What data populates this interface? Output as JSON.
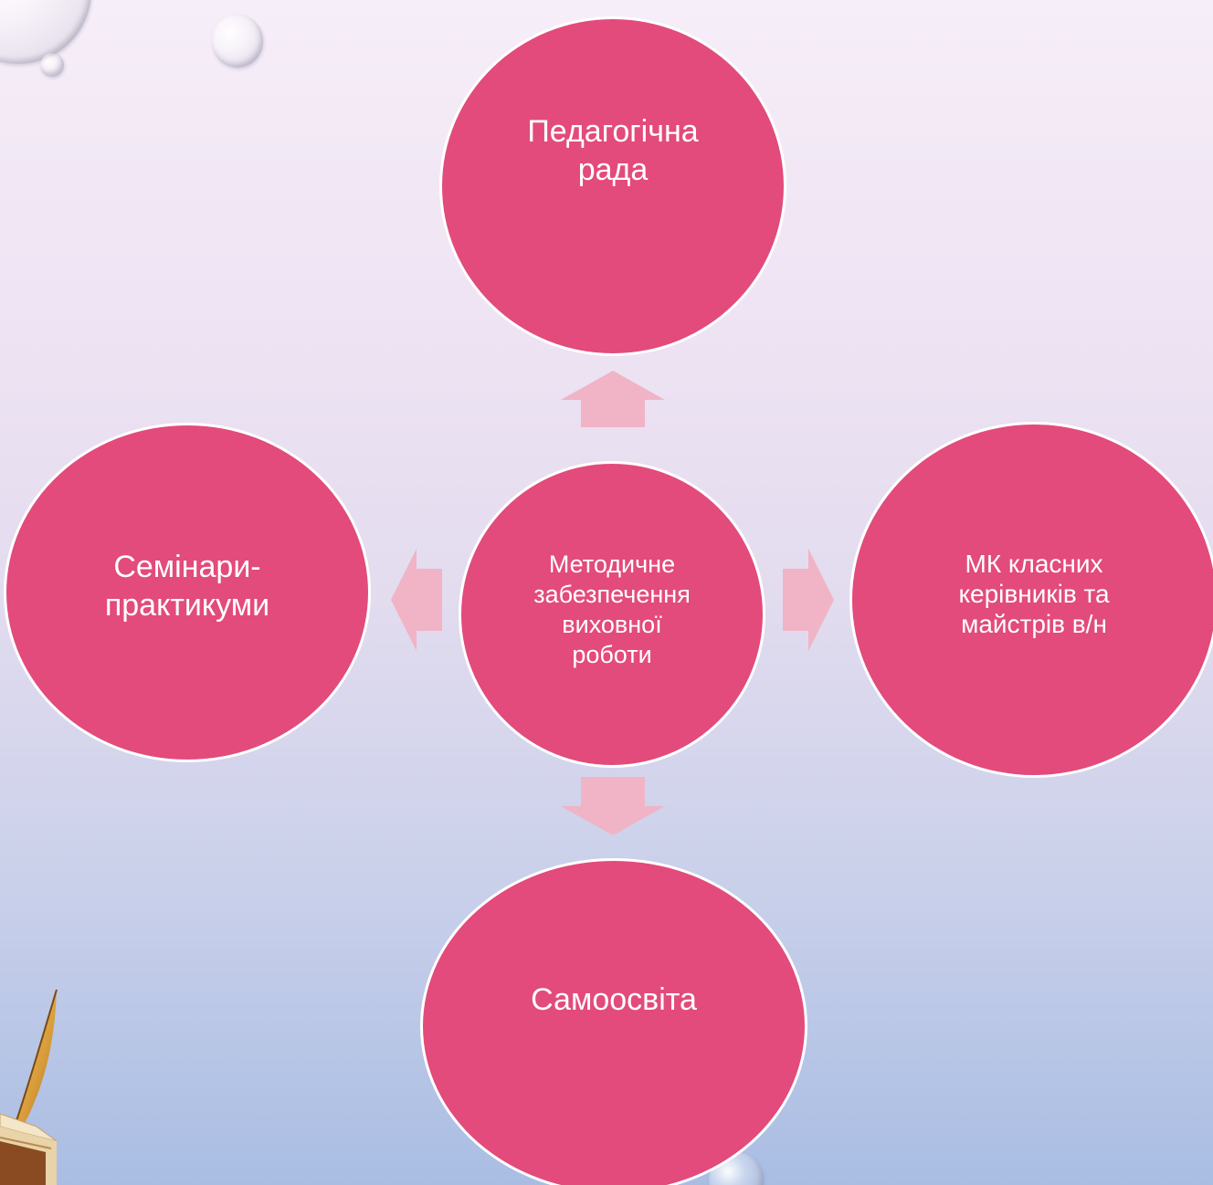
{
  "diagram": {
    "center": "Методичне\nзабезпечення\nвиховної\nроботи",
    "top": "Педагогічна\nрада",
    "left": "Семінари-\nпрактикуми",
    "right": "МК класних\nкерівників та\nмайстрів в/н",
    "bottom": "Самоосвіта"
  },
  "colors": {
    "node_fill": "#e24b7b",
    "arrow_fill": "#f0b4c6",
    "background_top": "#f6eef8",
    "background_bottom": "#a9bde3"
  },
  "decorations": {
    "icons": [
      "water-drop-icon",
      "quill-icon",
      "open-book-icon"
    ]
  }
}
